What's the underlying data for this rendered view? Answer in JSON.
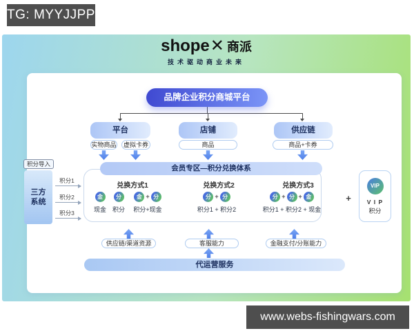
{
  "overlay": {
    "tg_label": "TG: MYYJJPP",
    "watermark": "www.webs-fishingwars.com"
  },
  "logo": {
    "brand": "shope",
    "brand_x": "✕",
    "brand_suffix": "商派",
    "tagline": "技术驱动商业未来"
  },
  "diagram": {
    "root_title": "品牌企业积分商城平台",
    "branch_labels": [
      "平台",
      "店铺",
      "供应链"
    ],
    "sub_pills": [
      "实物商品",
      "虚拟卡券",
      "商品",
      "商品+卡券"
    ],
    "member_bar": "会员专区—积分兑换体系",
    "points_import": "积分导入",
    "third_party_line1": "三方",
    "third_party_line2": "系统",
    "point_inputs": [
      "积分1",
      "积分2",
      "积分3"
    ],
    "plus": "+",
    "methods": [
      {
        "title": "兑换方式1",
        "groups": [
          {
            "coins": [
              "金"
            ],
            "label": "现金"
          },
          {
            "coins": [
              "分"
            ],
            "label": "积分"
          },
          {
            "coins": [
              "金",
              "分"
            ],
            "label": "积分+现金"
          }
        ]
      },
      {
        "title": "兑换方式2",
        "groups": [
          {
            "coins": [
              "分",
              "分"
            ],
            "label": "积分1 + 积分2"
          }
        ]
      },
      {
        "title": "兑换方式3",
        "groups": [
          {
            "coins": [
              "分",
              "分",
              "金"
            ],
            "label": "积分1 + 积分2 + 现金"
          }
        ]
      }
    ],
    "vip": {
      "badge": "VIP",
      "label_line1": "V I P",
      "label_line2": "积分"
    },
    "capabilities": [
      "供应链/渠道资源",
      "客服能力",
      "金融支付/分账能力"
    ],
    "bottom_bar": "代运营服务",
    "colors": {
      "card_blue": "#9dd6ee",
      "card_green": "#a6e170",
      "root_gradient_start": "#3f49d1",
      "root_gradient_end": "#7b95f7",
      "accent_blue": "#5b8cf2",
      "deep_navy": "#1c2f5e",
      "coin_blue": "#4a6fdb",
      "coin_green": "#5cb96e",
      "badge_gray": "#4e4e4e"
    }
  }
}
